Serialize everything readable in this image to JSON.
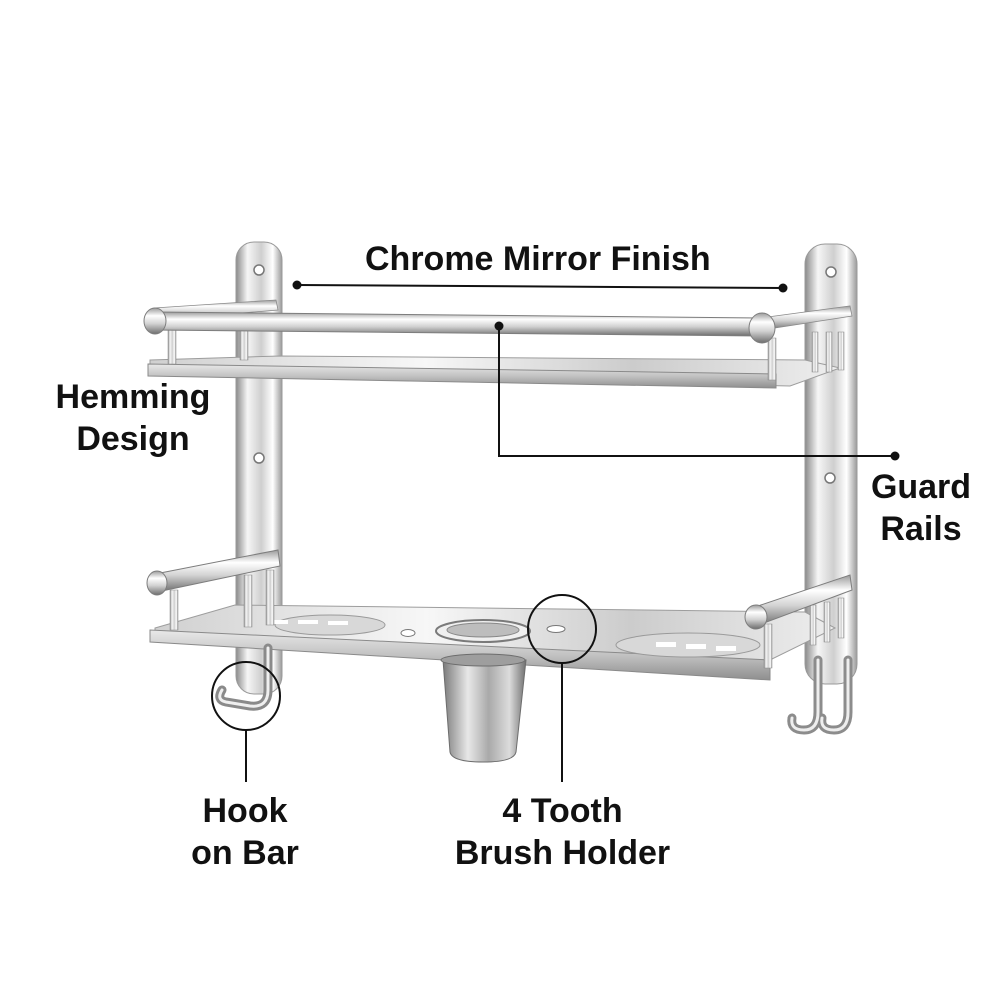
{
  "labels": {
    "chrome_mirror_finish": "Chrome Mirror Finish",
    "hemming_design": {
      "line1": "Hemming",
      "line2": "Design"
    },
    "guard_rails": {
      "line1": "Guard",
      "line2": "Rails"
    },
    "hook_on_bar": {
      "line1": "Hook",
      "line2": "on Bar"
    },
    "tooth_brush_holder": {
      "line1": "4 Tooth",
      "line2": "Brush Holder"
    }
  },
  "colors": {
    "background": "#ffffff",
    "text": "#111111",
    "chrome_light": "#f4f4f4",
    "chrome_mid": "#c9c9c9",
    "chrome_dark": "#7d7d7d"
  }
}
